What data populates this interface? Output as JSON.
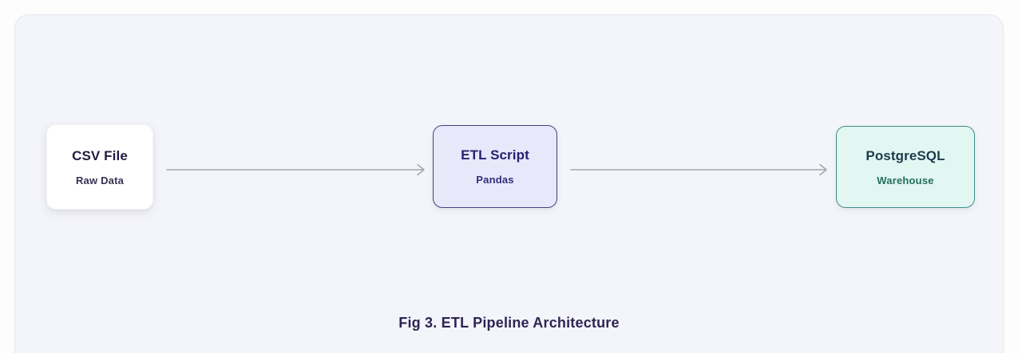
{
  "page": {
    "background": "#fdfdfe"
  },
  "panel": {
    "background": "#f4f5fa",
    "border_color": "#e7e8f1"
  },
  "diagram": {
    "nodes": [
      {
        "id": "csv-file",
        "title": "CSV File",
        "subtitle": "Raw Data",
        "background": "#ffffff",
        "border_color": "#f4f4f8",
        "title_color": "#201d3f",
        "subtitle_color": "#353253"
      },
      {
        "id": "etl-script",
        "title": "ETL Script",
        "subtitle": "Pandas",
        "background": "#e7e8fa",
        "border_color": "#45427d",
        "title_color": "#272170",
        "subtitle_color": "#332d7e"
      },
      {
        "id": "postgresql",
        "title": "PostgreSQL",
        "subtitle": "Warehouse",
        "background": "#e2f7f1",
        "border_color": "#3e8d87",
        "title_color": "#1b3b4f",
        "subtitle_color": "#20705f"
      }
    ],
    "connectors": [
      {
        "from": "csv-file",
        "to": "etl-script"
      },
      {
        "from": "etl-script",
        "to": "postgresql"
      }
    ],
    "arrow_color": "#a2a7b5",
    "caption": "Fig 3. ETL Pipeline Architecture",
    "caption_color": "#2d2553"
  }
}
